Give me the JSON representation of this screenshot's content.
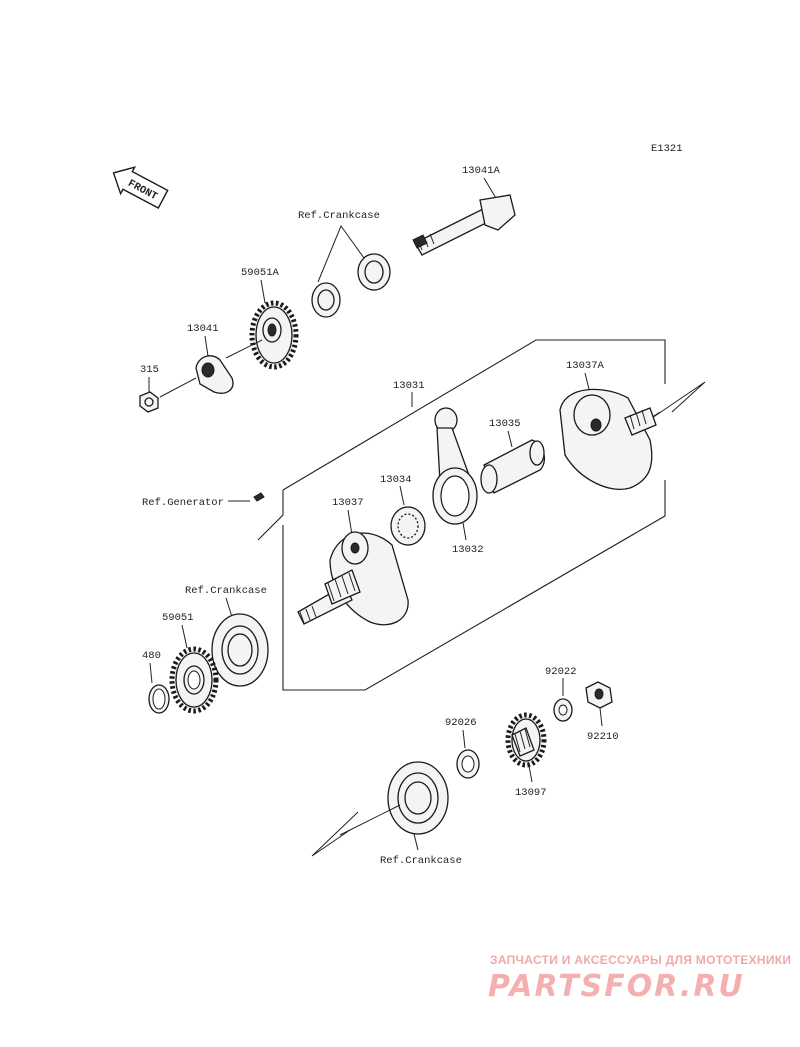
{
  "diagram_code": "E1321",
  "front_label": "FRONT",
  "refs": {
    "crankcase_top": "Ref.Crankcase",
    "crankcase_left": "Ref.Crankcase",
    "crankcase_bottom": "Ref.Crankcase",
    "generator": "Ref.Generator"
  },
  "parts": {
    "p13041A": "13041A",
    "p59051A": "59051A",
    "p13041": "13041",
    "p315": "315",
    "p13031": "13031",
    "p13037A": "13037A",
    "p13035": "13035",
    "p13034": "13034",
    "p13037": "13037",
    "p13032": "13032",
    "p59051": "59051",
    "p480": "480",
    "p92022": "92022",
    "p92210": "92210",
    "p92026": "92026",
    "p13097": "13097"
  },
  "watermark": {
    "tagline": "ЗАПЧАСТИ И АКСЕССУАРЫ ДЛЯ МОТОТЕХНИКИ",
    "brand": "PARTSFOR.RU"
  }
}
